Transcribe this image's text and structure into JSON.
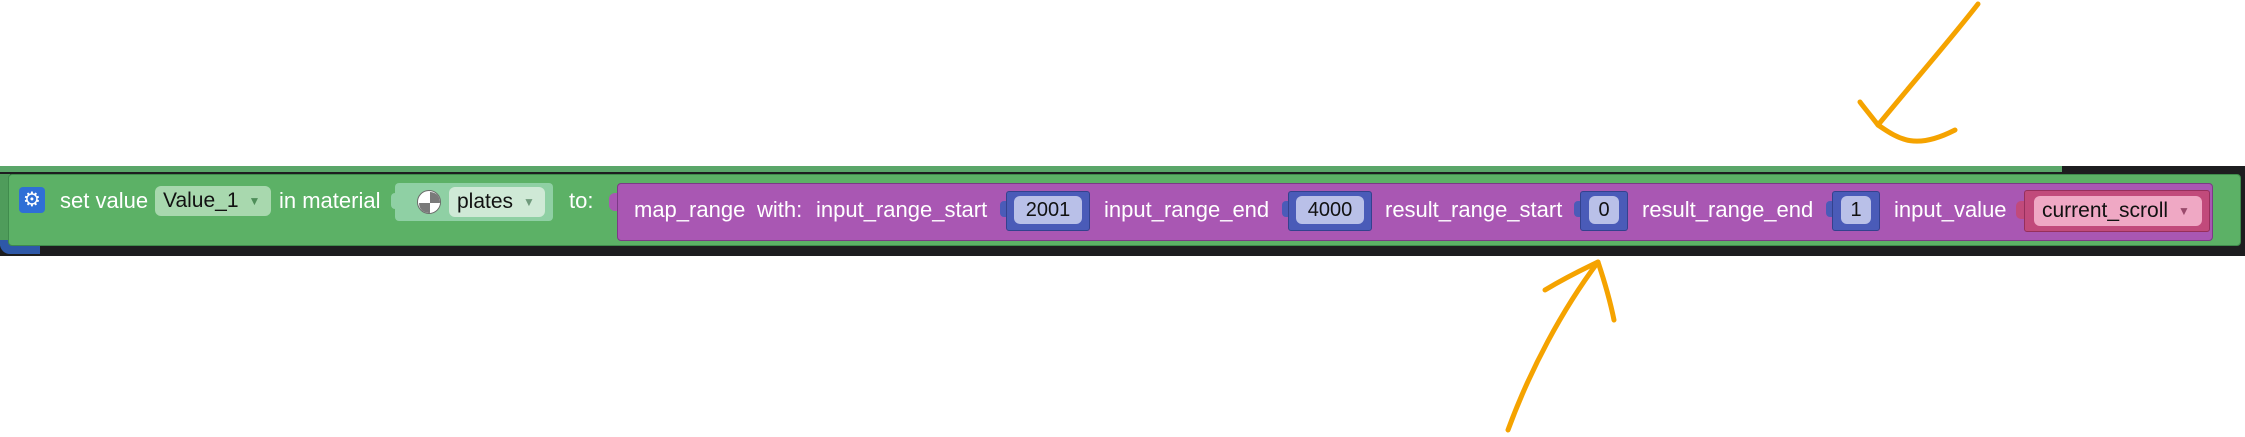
{
  "block": {
    "set_value_label": "set value",
    "value_name": "Value_1",
    "in_material_label": "in material",
    "material_name": "plates",
    "to_label": "to:"
  },
  "map_range": {
    "name": "map_range",
    "with_label": "with:",
    "input_range_start_label": "input_range_start",
    "input_range_start": "2001",
    "input_range_end_label": "input_range_end",
    "input_range_end": "4000",
    "result_range_start_label": "result_range_start",
    "result_range_start": "0",
    "result_range_end_label": "result_range_end",
    "result_range_end": "1",
    "input_value_label": "input_value",
    "input_value": "current_scroll"
  },
  "icons": {
    "gear": "gear-icon",
    "material": "material-sphere-icon",
    "dropdown": "caret-down-icon"
  },
  "colors": {
    "statement_block": "#5cb166",
    "map_range_block": "#a957b3",
    "number_slot": "#4a5bb8",
    "variable_slot": "#c14a7b",
    "annotation_arrow": "#f5a300"
  }
}
